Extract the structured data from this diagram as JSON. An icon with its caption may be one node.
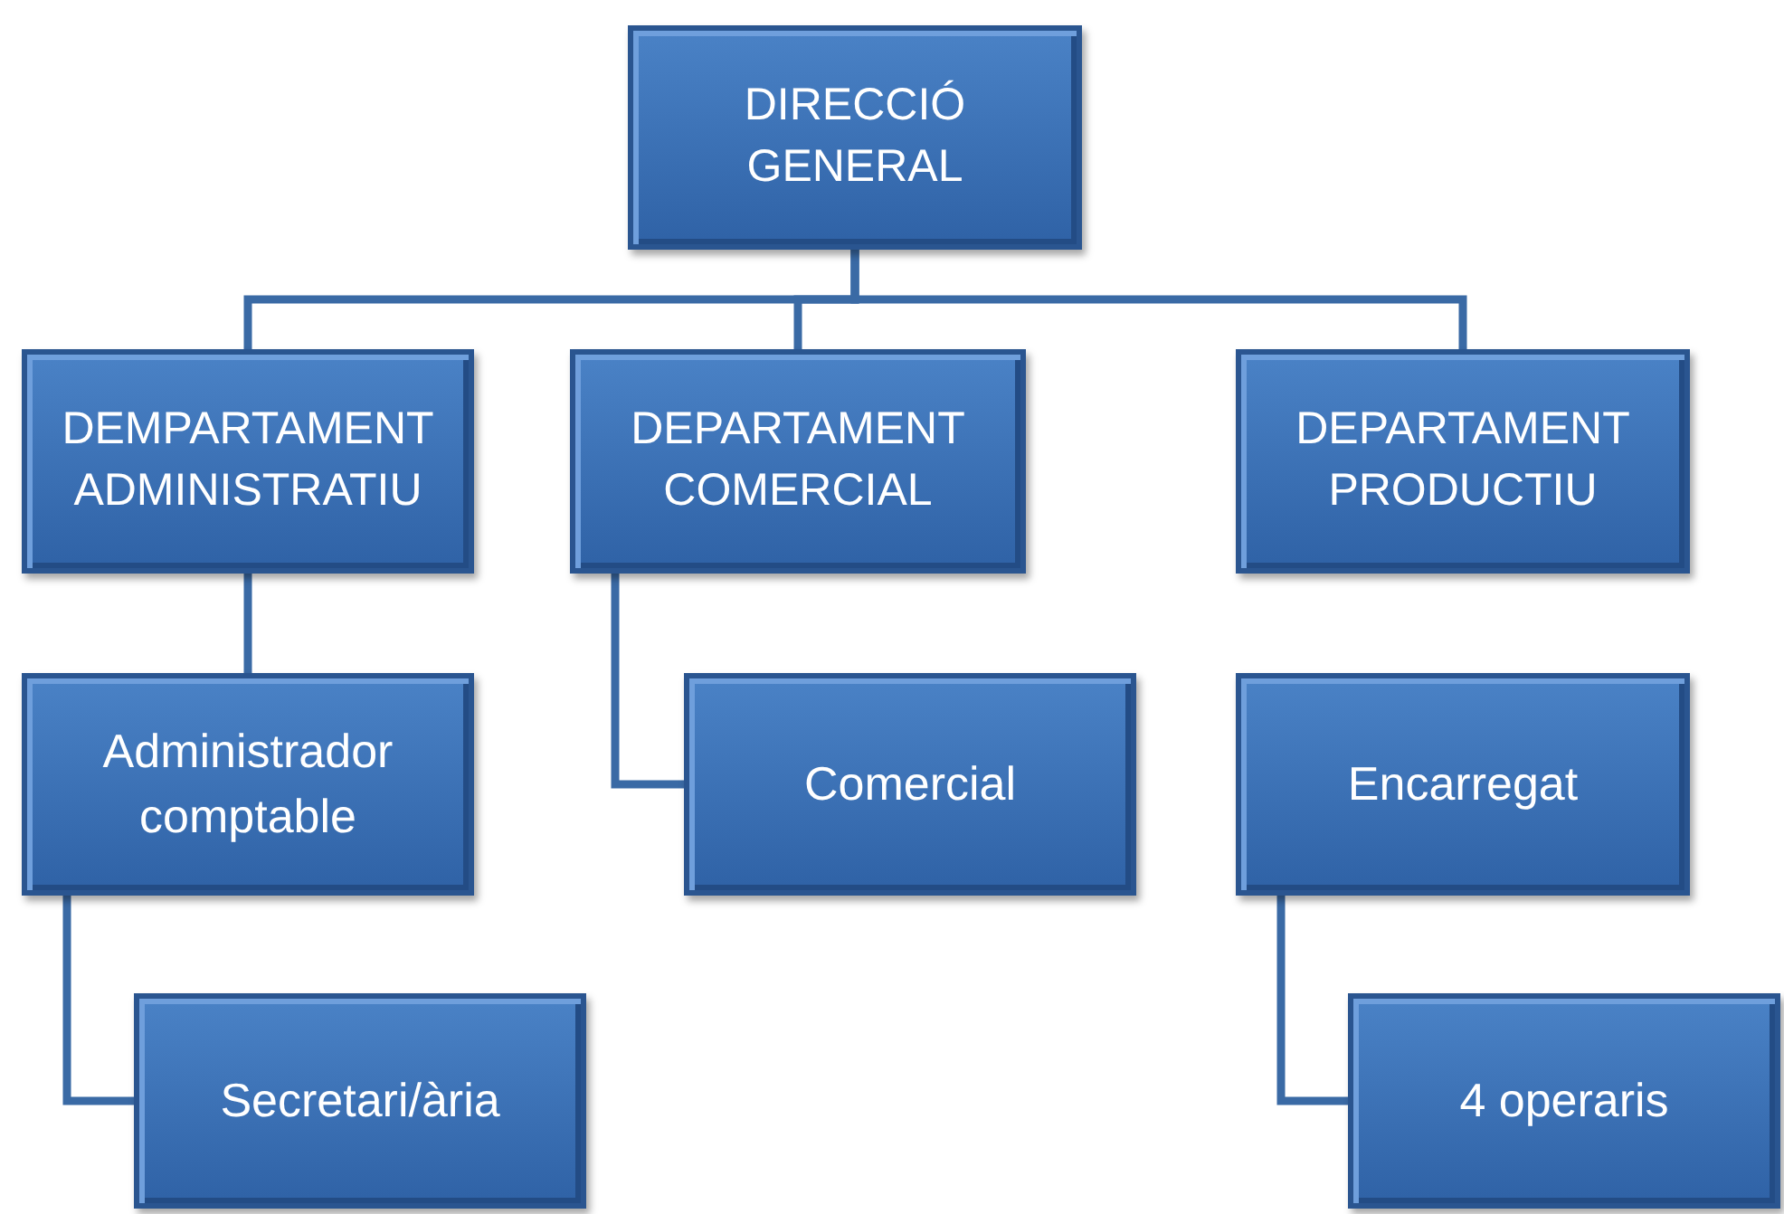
{
  "diagram": {
    "nodes": [
      {
        "text": [
          "DIRECCIÓ GENERAL"
        ]
      },
      {
        "text": [
          "DEMPARTAMENT ADMINISTRATIU"
        ]
      },
      {
        "text": [
          "DEPARTAMENT COMERCIAL"
        ]
      },
      {
        "text": [
          "DEPARTAMENT PRODUCTIU"
        ]
      },
      {
        "text": [
          "Administrador comptable"
        ]
      },
      {
        "text": [
          "Comercial"
        ]
      },
      {
        "text": [
          "Encarregat"
        ]
      },
      {
        "text": [
          "Secretari/ària"
        ]
      },
      {
        "text": [
          "4 operaris"
        ]
      }
    ],
    "edges": [
      {
        "from": 0,
        "to": 1,
        "arrow": "none"
      },
      {
        "from": 0,
        "to": 2,
        "arrow": "none"
      },
      {
        "from": 0,
        "to": 3,
        "arrow": "none"
      },
      {
        "from": 1,
        "to": 4,
        "arrow": "none"
      },
      {
        "from": 2,
        "to": 5,
        "arrow": "none"
      },
      {
        "from": 4,
        "to": 7,
        "arrow": "none"
      },
      {
        "from": 6,
        "to": 8,
        "arrow": "none"
      }
    ]
  }
}
